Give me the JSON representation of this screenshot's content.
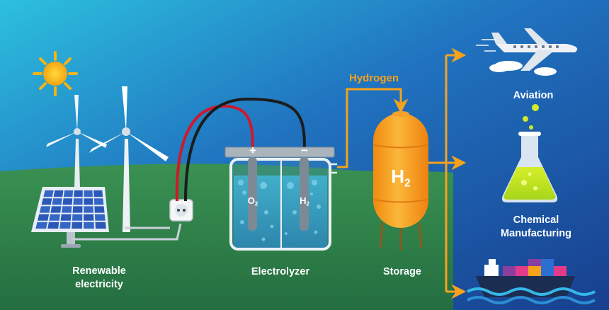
{
  "labels": {
    "renewable_line1": "Renewable",
    "renewable_line2": "electricity",
    "electrolyzer": "Electrolyzer",
    "storage": "Storage",
    "hydrogen": "Hydrogen",
    "aviation": "Aviation",
    "chemical_line1": "Chemical",
    "chemical_line2": "Manufacturing"
  },
  "electrodes": {
    "plus": "+",
    "minus": "−",
    "oxygen": {
      "symbol": "O",
      "subscript": "2"
    },
    "hydrogen": {
      "symbol": "H",
      "subscript": "2"
    }
  },
  "tank": {
    "symbol": "H",
    "subscript": "2"
  },
  "colors": {
    "sky_top": "#2bb7dc",
    "sky_bottom": "#1a4f9e",
    "ground": "#2e8a4e",
    "accent_orange": "#f7a21b",
    "wire_red": "#d0182b",
    "wire_black": "#1c1c1c",
    "electrolyte": "#3aa6c9"
  },
  "icons": [
    "sun-icon",
    "wind-turbine-icon",
    "solar-panel-icon",
    "power-outlet-icon",
    "airplane-icon",
    "flask-icon",
    "cargo-ship-icon"
  ]
}
